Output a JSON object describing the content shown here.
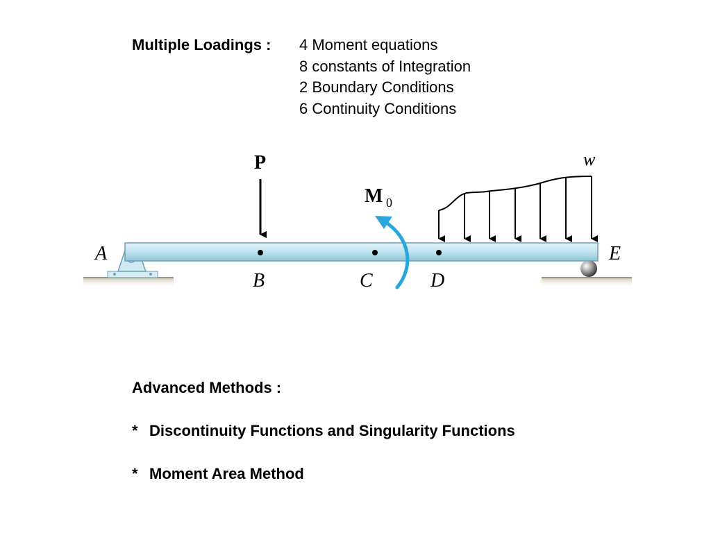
{
  "multiple_loadings": {
    "heading": "Multiple Loadings :",
    "lines": [
      "4 Moment equations",
      "8 constants of Integration",
      "2 Boundary Conditions",
      "6 Continuity Conditions"
    ]
  },
  "figure": {
    "load_P": "P",
    "moment_M": "M",
    "moment_sub": "0",
    "dist_load": "w",
    "points": {
      "A": "A",
      "B": "B",
      "C": "C",
      "D": "D",
      "E": "E"
    },
    "colors": {
      "beam": "#bfe3ef",
      "beam_edge": "#6f9fb3",
      "moment_arrow": "#2aa6dc",
      "ground": "#d8d3c2"
    }
  },
  "advanced": {
    "heading": "Advanced Methods :",
    "bullet": "*",
    "items": [
      "Discontinuity Functions and Singularity Functions",
      "Moment Area Method"
    ]
  }
}
